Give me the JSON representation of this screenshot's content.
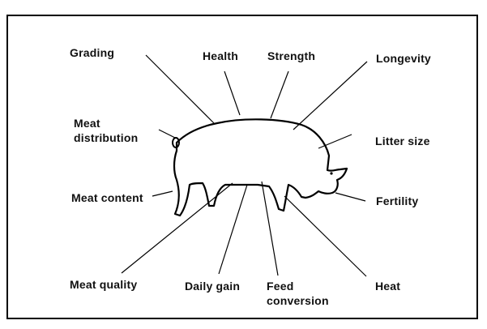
{
  "diagram": {
    "labels": {
      "grading": "Grading",
      "health": "Health",
      "strength": "Strength",
      "longevity": "Longevity",
      "meat_distribution": "Meat\ndistribution",
      "litter_size": "Litter size",
      "meat_content": "Meat content",
      "fertility": "Fertility",
      "meat_quality": "Meat quality",
      "daily_gain": "Daily gain",
      "feed_conversion": "Feed\nconversion",
      "heat": "Heat"
    }
  }
}
